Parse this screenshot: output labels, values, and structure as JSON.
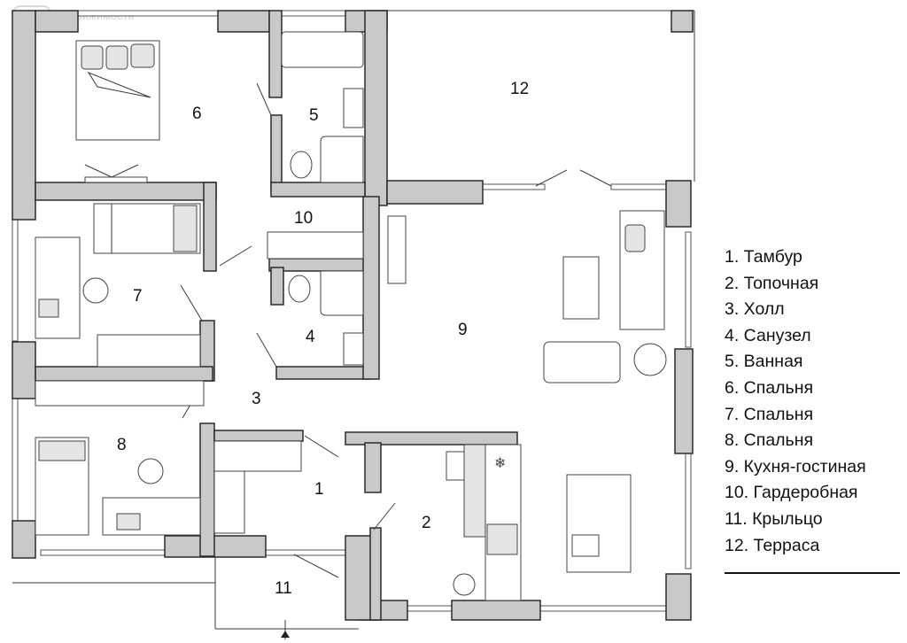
{
  "watermark": {
    "logo": "ЮЮ",
    "text": "Недвижимость"
  },
  "plan": {
    "rooms": [
      {
        "number": "1"
      },
      {
        "number": "2"
      },
      {
        "number": "3"
      },
      {
        "number": "4"
      },
      {
        "number": "5"
      },
      {
        "number": "6"
      },
      {
        "number": "7"
      },
      {
        "number": "8"
      },
      {
        "number": "9"
      },
      {
        "number": "10"
      },
      {
        "number": "11"
      },
      {
        "number": "12"
      }
    ]
  },
  "legend": {
    "items": [
      "1. Тамбур",
      "2. Топочная",
      "3. Холл",
      "4. Санузел",
      "5. Ванная",
      "6. Спальня",
      "7. Спальня",
      "8. Спальня",
      "9. Кухня-гостиная",
      "10. Гардеробная",
      "11. Крыльцо",
      "12. Терраса"
    ]
  },
  "colors": {
    "wall": "#c9c9c9",
    "line": "#2a2a2a",
    "background": "#ffffff"
  }
}
